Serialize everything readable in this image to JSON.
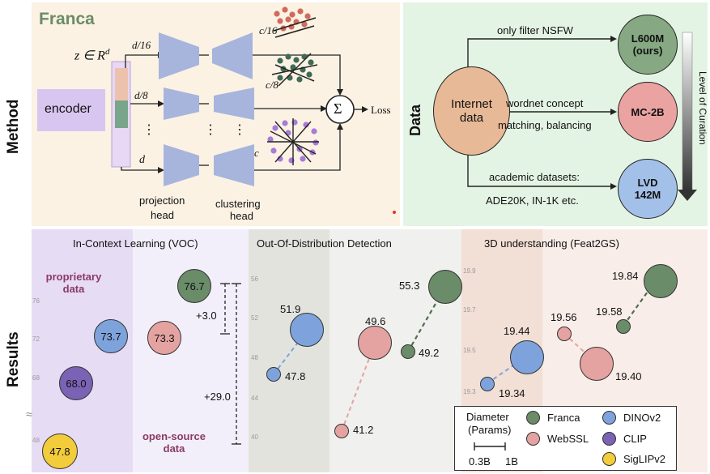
{
  "row_labels": {
    "method": "Method",
    "results": "Results"
  },
  "franca": {
    "title": "Franca",
    "z_label": "z ∈ R",
    "z_exp": "d",
    "encoder": "encoder",
    "dim1": "d/16",
    "dim2": "d/8",
    "dim3": "d",
    "cdim1": "c/16",
    "cdim2": "c/8",
    "cdim3": "c",
    "ellipsis": "⋮",
    "projection": "projection",
    "projection2": "head",
    "clustering": "clustering",
    "clustering2": "head",
    "sigma": "Σ",
    "loss": "Loss"
  },
  "data": {
    "title": "Data",
    "source": "Internet data",
    "branch1": "only filter NSFW",
    "branch2a": "wordnet concept",
    "branch2b": "matching, balancing",
    "branch3a": "academic datasets:",
    "branch3b": "ADE20K, IN-1K etc.",
    "target1": "L600M (ours)",
    "target2": "MC-2B",
    "target3": "LVD 142M",
    "curation": "Level of Curation"
  },
  "results": {
    "icl": {
      "title": "In-Context Learning (VOC)",
      "proprietary": "proprietary data",
      "open_source": "open-source data",
      "diff1": "+3.0",
      "diff2": "+29.0",
      "ticks": [
        "76",
        "72",
        "68",
        "48"
      ],
      "break": "≈",
      "bubbles": [
        {
          "label": "76.7",
          "model": "Franca",
          "color": "#6a8c69"
        },
        {
          "label": "73.3",
          "model": "WebSSL",
          "color": "#e4a3a1"
        },
        {
          "label": "73.7",
          "model": "DINOv2",
          "color": "#7ea3dc"
        },
        {
          "label": "68.0",
          "model": "CLIP",
          "color": "#7a62b5"
        },
        {
          "label": "47.8",
          "model": "SigLIPv2",
          "color": "#f2cc3a"
        }
      ]
    },
    "ood": {
      "title": "Out-Of-Distribution Detection",
      "ticks": [
        "56",
        "52",
        "48",
        "44",
        "40"
      ],
      "labels": {
        "franca_big": "55.3",
        "franca_small": "49.2",
        "webssl_big": "49.6",
        "webssl_small": "41.2",
        "dino_big": "51.9",
        "dino_small": "47.8"
      }
    },
    "feat2gs": {
      "title": "3D understanding (Feat2GS)",
      "ticks": [
        "19.9",
        "19.7",
        "19.5",
        "19.3"
      ],
      "labels": {
        "franca_big": "19.84",
        "franca_small": "19.58",
        "webssl_big": "19.40",
        "webssl_small": "19.56",
        "dino_big": "19.44",
        "dino_small": "19.34"
      }
    }
  },
  "legend": {
    "diameter": "Diameter",
    "params": "(Params)",
    "small": "0.3B",
    "large": "1B",
    "items": [
      {
        "name": "Franca",
        "color": "#6a8c69"
      },
      {
        "name": "DINOv2",
        "color": "#7ea3dc"
      },
      {
        "name": "WebSSL",
        "color": "#e4a3a1"
      },
      {
        "name": "CLIP",
        "color": "#7a62b5"
      },
      {
        "name": "SigLIPv2",
        "color": "#f2cc3a"
      }
    ]
  }
}
